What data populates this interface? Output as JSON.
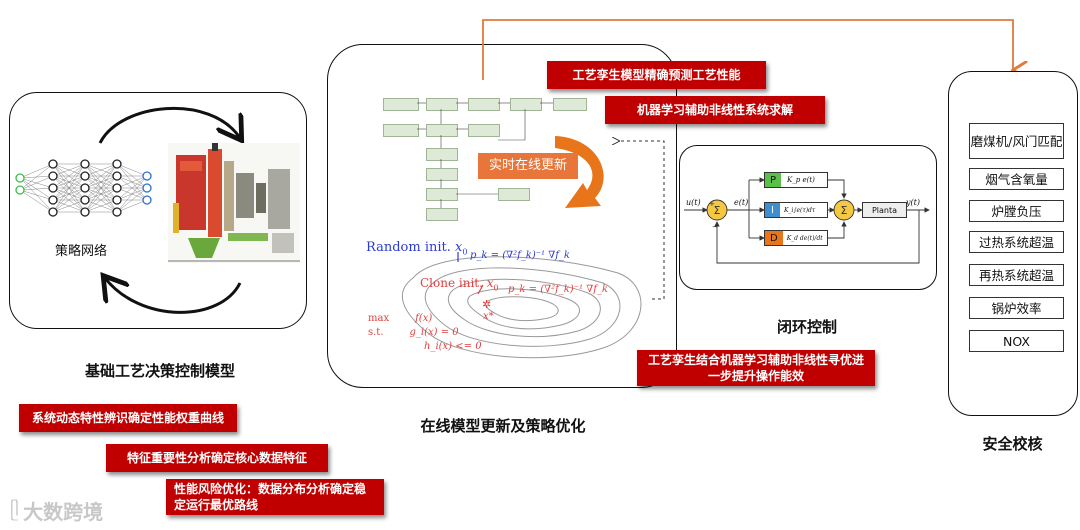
{
  "left": {
    "policy_network_label": "策略网络",
    "caption": "基础工艺决策控制模型",
    "tags": [
      "系统动态特性辨识确定性能权重曲线",
      "特征重要性分析确定核心数据特征",
      "性能风险优化：数据分布分析确定稳定运行最优路线"
    ]
  },
  "middle": {
    "caption": "在线模型更新及策略优化",
    "realtime_update": "实时在线更新",
    "random_init": "Random init.",
    "clone_init": "Clone init.",
    "random_pk": "p_k = (∇²f_k)⁻¹ ∇f_k",
    "clone_pk": "p_k = (∇²f_k)⁻¹ ∇f_k",
    "opt_max": "max",
    "opt_st": "s.t.",
    "opt_f": "f(x)",
    "opt_g": "g_i(x) = 0",
    "opt_h": "h_i(x) <= 0",
    "optimum": "x*",
    "tags": [
      "工艺孪生模型精确预测工艺性能",
      "机器学习辅助非线性系统求解",
      "工艺孪生结合机器学习辅助非线性寻优进一步提升操作能效"
    ]
  },
  "control": {
    "caption": "闭环控制",
    "input": "u(t)",
    "error": "e(t)",
    "output": "y(t)",
    "plant": "Planta",
    "p_label": "P",
    "i_label": "I",
    "d_label": "D",
    "p_term": "K_p e(t)",
    "i_term": "K_i∫e(τ)dτ",
    "d_term": "K_d de(t)/dt"
  },
  "safety": {
    "caption": "安全校核",
    "items": [
      "磨煤机/风门匹配",
      "烟气含氧量",
      "炉膛负压",
      "过热系统超温",
      "再热系统超温",
      "锅炉效率",
      "NOX"
    ]
  },
  "watermark": "大数跨境",
  "colors": {
    "tag_red": "#c00000",
    "arrow_orange": "#e07b3a",
    "p_green": "#5cbf4a",
    "i_blue": "#3d8fd1",
    "d_orange": "#e8751a"
  }
}
